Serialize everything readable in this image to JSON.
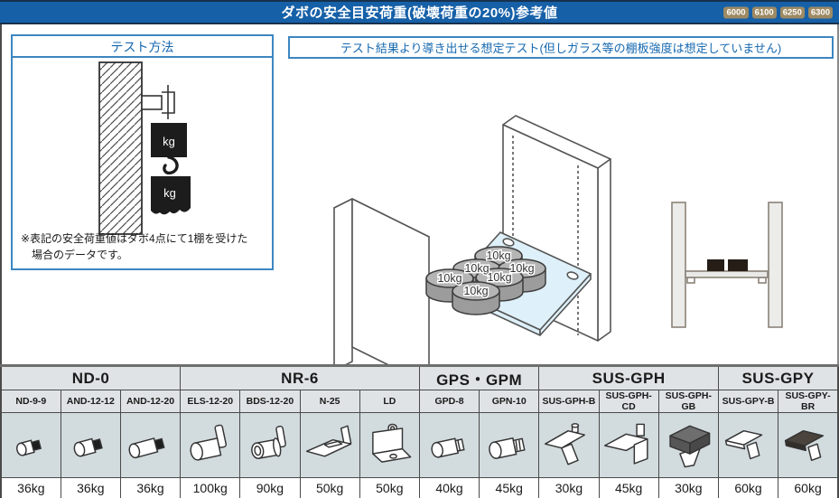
{
  "header": {
    "title": "ダボの安全目安荷重(破壊荷重の20%)参考値",
    "badges": [
      "6000",
      "6100",
      "6250",
      "6300"
    ]
  },
  "test_box": {
    "title": "テスト方法",
    "weight_label": "kg",
    "note_line1": "※表記の安全荷重値はダボ4点にて1棚を受けた",
    "note_line2": "場合のデータです。"
  },
  "assumption_box": {
    "title": "テスト結果より導き出せる想定テスト(但しガラス等の棚板強度は想定していません)"
  },
  "shelf_illustration": {
    "weight_label": "10kg"
  },
  "table": {
    "groups": [
      {
        "label": "ND-0",
        "span": 3
      },
      {
        "label": "NR-6",
        "span": 4
      },
      {
        "label": "GPS・GPM",
        "span": 2
      },
      {
        "label": "SUS-GPH",
        "span": 3
      },
      {
        "label": "SUS-GPY",
        "span": 2
      }
    ],
    "columns": [
      {
        "model": "ND-9-9",
        "load": "36kg",
        "icon": "dowel-short-icon"
      },
      {
        "model": "AND-12-12",
        "load": "36kg",
        "icon": "dowel-medium-icon"
      },
      {
        "model": "AND-12-20",
        "load": "36kg",
        "icon": "dowel-long-icon"
      },
      {
        "model": "ELS-12-20",
        "load": "100kg",
        "icon": "pin-with-tab-icon"
      },
      {
        "model": "BDS-12-20",
        "load": "90kg",
        "icon": "pin-with-collar-tab-icon"
      },
      {
        "model": "N-25",
        "load": "50kg",
        "icon": "hook-plate-icon"
      },
      {
        "model": "LD",
        "load": "50kg",
        "icon": "l-bracket-icon"
      },
      {
        "model": "GPD-8",
        "load": "40kg",
        "icon": "plain-dowel-icon"
      },
      {
        "model": "GPN-10",
        "load": "45kg",
        "icon": "threaded-dowel-icon"
      },
      {
        "model": "SUS-GPH-B",
        "load": "30kg",
        "icon": "glass-clamp-icon"
      },
      {
        "model": "SUS-GPH-CD",
        "load": "45kg",
        "icon": "glass-shelf-clamp-icon"
      },
      {
        "model": "SUS-GPH-GB",
        "load": "30kg",
        "icon": "rubber-block-clamp-icon"
      },
      {
        "model": "SUS-GPY-B",
        "load": "60kg",
        "icon": "flat-bracket-icon"
      },
      {
        "model": "SUS-GPY-BR",
        "load": "60kg",
        "icon": "dark-flat-bracket-icon"
      }
    ]
  },
  "colors": {
    "header_bg": "#1660a8",
    "header_edge": "#17314e",
    "badge_bg": "#9d8a63",
    "box_border": "#3d86c0",
    "box_text": "#1568b0",
    "table_border": "#4a4a4a",
    "table_header_bg": "#dfe3e5",
    "icon_cell_bg": "#d2dbde",
    "glass_shelf": "#def0f9",
    "weight_gray": "#9c9c9c"
  }
}
